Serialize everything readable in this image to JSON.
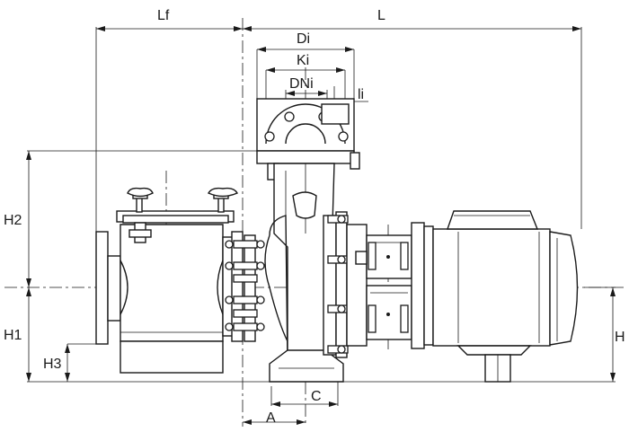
{
  "labels": {
    "Lf": "Lf",
    "L": "L",
    "Di": "Di",
    "Ki": "Ki",
    "DNi": "DNi",
    "li": "li",
    "H2": "H2",
    "H1": "H1",
    "H3": "H3",
    "H": "H",
    "A": "A",
    "C": "C"
  }
}
